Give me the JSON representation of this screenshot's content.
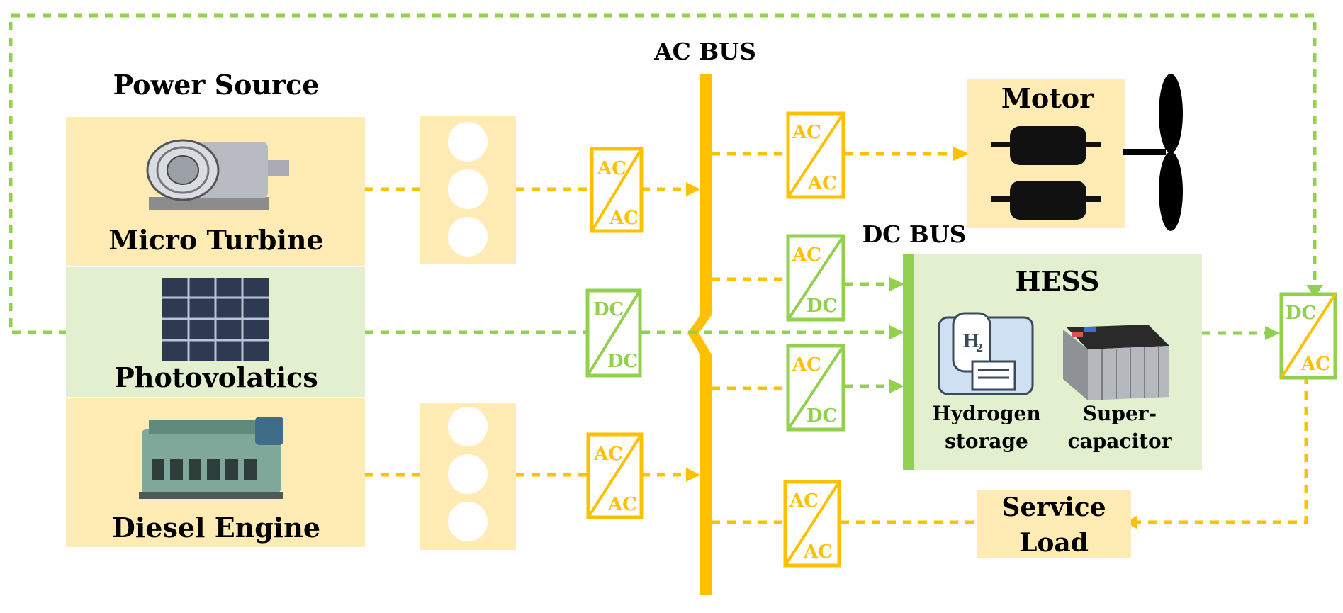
{
  "diagram": {
    "power_source_title": "Power Source",
    "sources": [
      {
        "label": "Micro Turbine"
      },
      {
        "label": "Photovolatics"
      },
      {
        "label": "Diesel Engine"
      }
    ],
    "ac_bus_label": "AC BUS",
    "dc_bus_label": "DC BUS",
    "motor_label": "Motor",
    "hess": {
      "title": "HESS",
      "hydrogen_line1": "Hydrogen",
      "hydrogen_line2": "storage",
      "supercap_line1": "Super-",
      "supercap_line2": "capacitor",
      "h2_symbol": "H",
      "h2_subscript": "2"
    },
    "service_load_line1": "Service",
    "service_load_line2": "Load",
    "converters": {
      "mt_acac": {
        "top": "AC",
        "bottom": "AC"
      },
      "pv_dcdc": {
        "top": "DC",
        "bottom": "DC"
      },
      "de_acac": {
        "top": "AC",
        "bottom": "AC"
      },
      "motor_acac": {
        "top": "AC",
        "bottom": "AC"
      },
      "acdc_upper": {
        "top": "AC",
        "bottom": "DC"
      },
      "acdc_lower": {
        "top": "AC",
        "bottom": "DC"
      },
      "service_acac": {
        "top": "AC",
        "bottom": "AC"
      },
      "right_dcac": {
        "top": "DC",
        "bottom": "AC"
      }
    },
    "colors": {
      "ac_orange": "#FFC000",
      "dc_green": "#92D050",
      "source_yellow_bg": "#FFEBB3",
      "source_green_bg": "#E2F0D0",
      "hess_bg": "#E2F0D0",
      "text": "#000000"
    }
  }
}
